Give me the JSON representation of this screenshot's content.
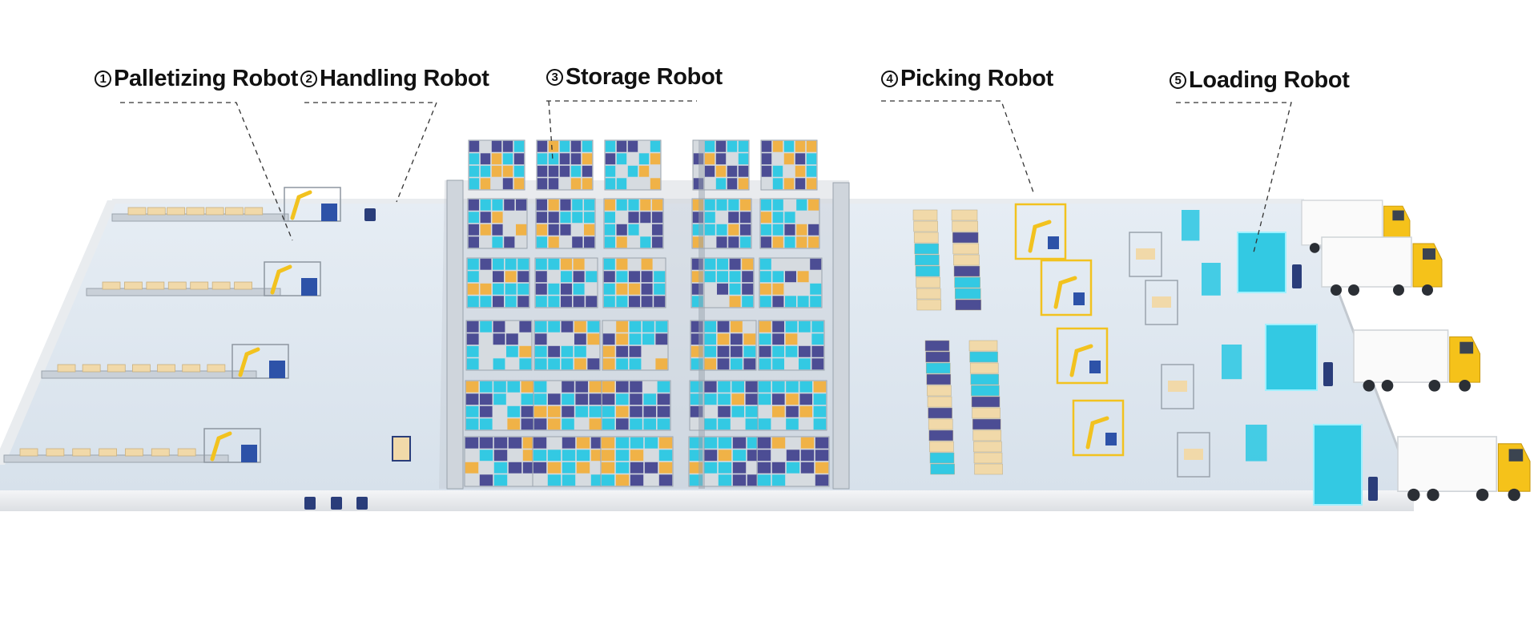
{
  "labels": [
    {
      "num": "1",
      "text": "Palletizing Robot"
    },
    {
      "num": "2",
      "text": "Handling Robot"
    },
    {
      "num": "3",
      "text": "Storage Robot"
    },
    {
      "num": "4",
      "text": "Picking Robot"
    },
    {
      "num": "5",
      "text": "Loading Robot"
    }
  ],
  "colors": {
    "floor": "#dde6ee",
    "floor_edge": "#f2f4f6",
    "box_cyan": "#33c9e3",
    "box_navy": "#4c4d94",
    "box_orange": "#f0b247",
    "box_beige": "#f1d9a9",
    "rack": "#9aa3ad",
    "robot_yellow": "#f2c21f",
    "truck_cab": "#f5c21a",
    "truck_body": "#fafafa"
  }
}
